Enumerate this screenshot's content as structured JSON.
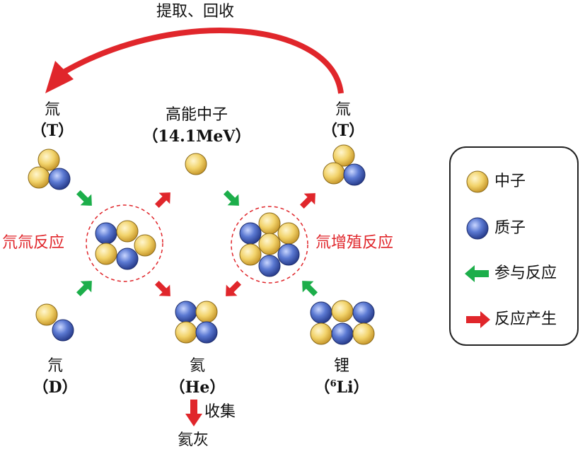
{
  "title": "提取、回收",
  "reactions": {
    "dt": "氘氚反应",
    "breeding": "氚增殖反应"
  },
  "nodes": {
    "tritium_left": {
      "name": "氚",
      "symbol": "（T）"
    },
    "tritium_right": {
      "name": "氚",
      "symbol": "（T）"
    },
    "neutron": {
      "name": "高能中子",
      "symbol": "（14.1MeV）"
    },
    "deuterium": {
      "name": "氘",
      "symbol": "（D）"
    },
    "helium": {
      "name": "氦",
      "symbol": "（He）"
    },
    "lithium": {
      "name": "锂",
      "symbol_open": "（",
      "symbol_mass": "6",
      "symbol_rest": "Li）"
    }
  },
  "collect": {
    "label": "收集",
    "product": "氦灰"
  },
  "legend": [
    {
      "icon": "neutron-ball",
      "label": "中子"
    },
    {
      "icon": "proton-ball",
      "label": "质子"
    },
    {
      "icon": "green-arrow",
      "label": "参与反应"
    },
    {
      "icon": "red-arrow",
      "label": "反应产生"
    }
  ],
  "colors": {
    "neutron": "#f2d36b",
    "proton": "#4f6fc9",
    "participate_arrow": "#1cae4a",
    "produce_arrow": "#e0262b",
    "reaction_circle": "#e0262b"
  }
}
